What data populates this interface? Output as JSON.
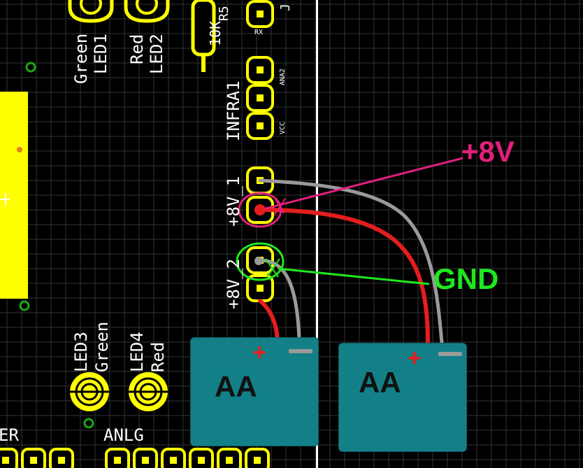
{
  "silkscreen": {
    "resistor_value": "10K",
    "resistor_ref": "R5",
    "header_top_ref": "J",
    "rx_pin": "RX",
    "infra_header": "INFRA1",
    "infra_pin_signal": "ANA2",
    "infra_pin_vcc": "VCC",
    "power_header_1": "+8V_1",
    "power_header_2": "+8V_2",
    "led1_color": "Green",
    "led1_ref": "LED1",
    "led2_color": "Red",
    "led2_ref": "LED2",
    "led3_ref": "LED3",
    "led3_color": "Green",
    "led4_ref": "LED4",
    "led4_color": "Red",
    "bottom_left_fragment": "ER",
    "anlg_header": "ANLG"
  },
  "annotations": {
    "plus8v_label": "+8V",
    "gnd_label": "GND",
    "plus8v_color": "#e0207a",
    "gnd_color": "#1ee81e"
  },
  "batteries": [
    {
      "label": "AA",
      "plus": "+"
    },
    {
      "label": "AA",
      "plus": "+"
    }
  ],
  "colors": {
    "background": "#000000",
    "grid": "#333333",
    "pad_yellow": "#ffff00",
    "battery_fill": "#138088",
    "wire_red": "#e41e1e",
    "wire_gray": "#9a9a9a",
    "via_green": "#1aa71a"
  }
}
